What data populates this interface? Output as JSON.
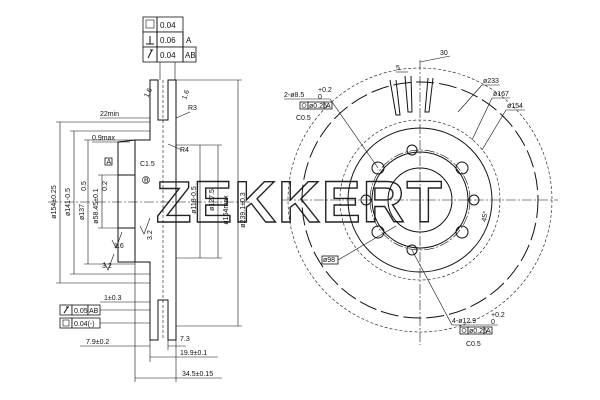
{
  "watermark": "ZEKKERT",
  "tolerance_frame": {
    "flatness": "0.04",
    "perpendicularity": "0.06",
    "perpendicularity_ref": "A",
    "runout": "0.04",
    "runout_ref": "AB"
  },
  "side_view": {
    "dim_22min": "22min",
    "dim_1_6_top": "1.6",
    "dim_r3": "R3",
    "dim_r4": "R4",
    "dim_0_9max": "0.9max",
    "dim_c1_5": "C1.5",
    "datum_a": "A",
    "datum_b": "B",
    "dim_d154": "ø154±0.25",
    "dim_d141": "ø141-0.5",
    "dim_d137": "ø137",
    "dim_d137_tol": "0.5",
    "dim_d58": "ø58.45±0.1",
    "dim_d58_tol": "0.2",
    "dim_d118": "ø118-0.5",
    "dim_d127": "ø127.5",
    "dim_d154max": "ø154max",
    "dim_d239": "ø239.1±0.3",
    "dim_1_6_mid": "1.6",
    "dim_3_2_a": "3.2",
    "dim_3_2_b": "3.2",
    "dim_1_03": "1±0.3",
    "tol_parallel_value": "0.05",
    "tol_parallel_ref": "AB",
    "tol_thickness_value": "0.04(-)",
    "dim_7_3": "7.3",
    "dim_7_9": "7.9±0.2",
    "dim_19_9": "19.9±0.1",
    "dim_34_5": "34.5±0.15"
  },
  "front_view": {
    "dim_30": "30",
    "dim_5": "5",
    "dim_holes_small": "2-ø8.5",
    "dim_holes_small_tol": "+0.2",
    "dim_holes_small_tol0": "0",
    "dim_holes_small_pos": "ø0.25",
    "dim_holes_small_ref": "A",
    "dim_c0_5_top": "C0.5",
    "dim_d233": "ø233",
    "dim_d167": "ø167",
    "dim_d154": "ø154",
    "dim_45": "45°",
    "dim_d98": "ø98",
    "dim_holes_large": "4-ø12.9",
    "dim_holes_large_tol": "+0.2",
    "dim_holes_large_tol0": "0",
    "dim_holes_large_pos": "ø0.25",
    "dim_holes_large_ref": "A",
    "dim_c0_5_bottom": "C0.5"
  }
}
